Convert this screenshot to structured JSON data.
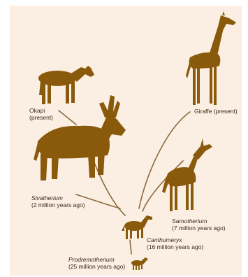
{
  "colors": {
    "background": "#fbeee2",
    "animal": "#8a5a0c",
    "line": "#8c6a3c",
    "text": "#3a2a1a"
  },
  "species": [
    {
      "id": "okapi",
      "name": "Okapi",
      "age": "(present)",
      "italic": false
    },
    {
      "id": "giraffe",
      "name": "Giraffe",
      "age": "(present)",
      "italic": false
    },
    {
      "id": "sivatherium",
      "name": "Sivatherium",
      "age": "(2 million years ago)",
      "italic": true
    },
    {
      "id": "samotherium",
      "name": "Samotherium",
      "age": "(7 million years ago)",
      "italic": true
    },
    {
      "id": "canthumeryx",
      "name": "Canthumeryx",
      "age": "(16 million years ago)",
      "italic": true
    },
    {
      "id": "prodremotherium",
      "name": "Prodremotherium",
      "age": "(25 million years ago)",
      "italic": true
    }
  ],
  "icons": [
    "okapi-silhouette-icon",
    "giraffe-silhouette-icon",
    "sivatherium-silhouette-icon",
    "samotherium-silhouette-icon",
    "canthumeryx-silhouette-icon",
    "prodremotherium-silhouette-icon"
  ]
}
